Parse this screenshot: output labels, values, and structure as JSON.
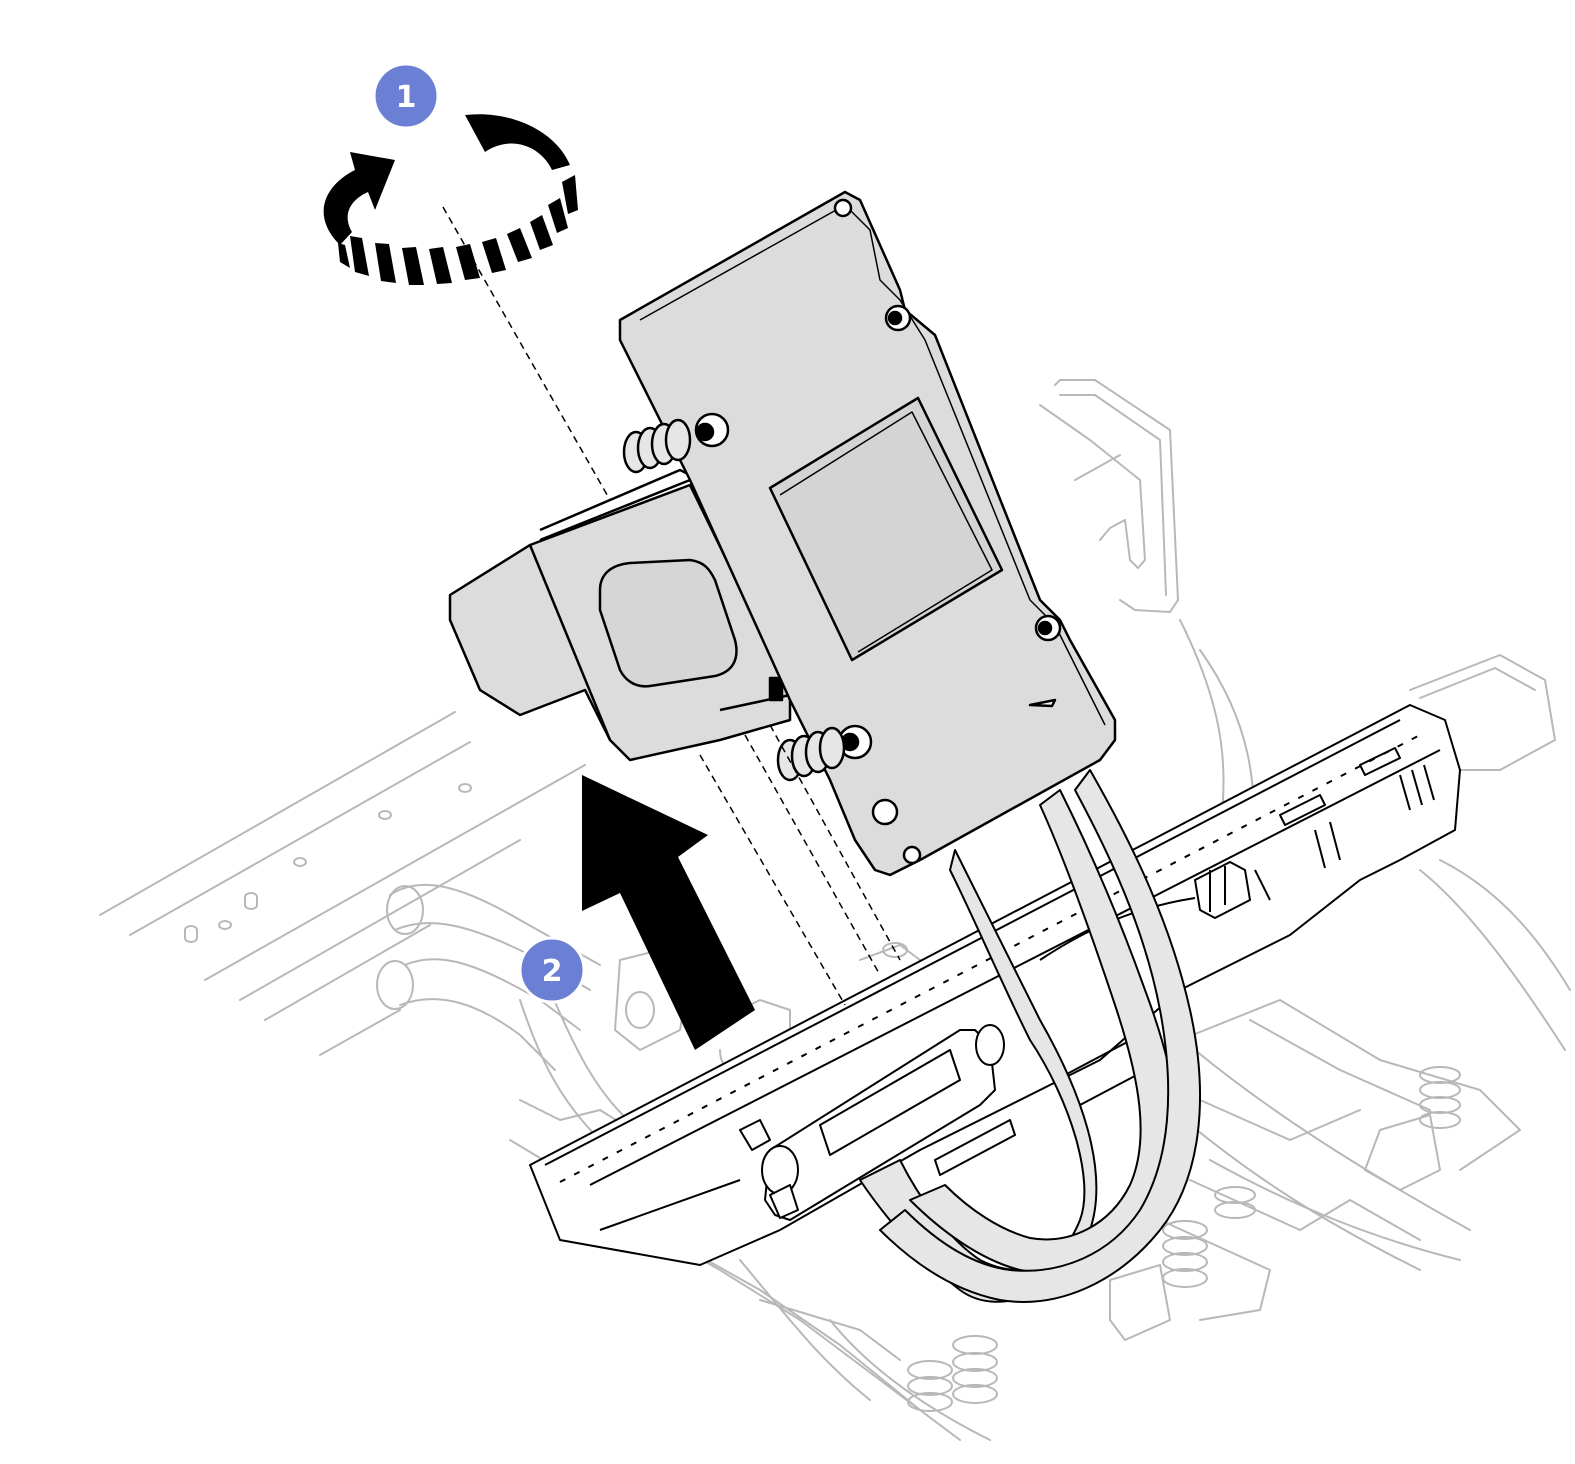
{
  "illustration": {
    "steps": [
      {
        "number": "1",
        "action": "rotate",
        "icon": "rotate-arrow-icon"
      },
      {
        "number": "2",
        "action": "lift",
        "icon": "up-arrow-icon"
      }
    ],
    "colors": {
      "callout": "#6b7fd4",
      "part_fill": "#dcdcdc",
      "outline": "#000000",
      "background_lines": "#b8b8b8"
    }
  }
}
